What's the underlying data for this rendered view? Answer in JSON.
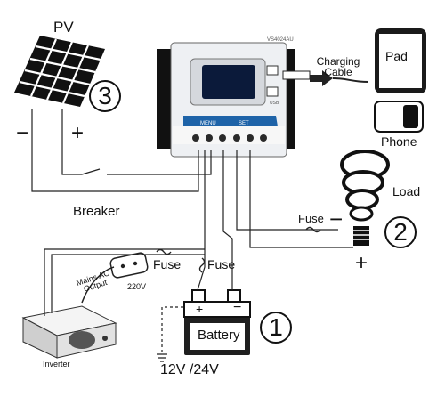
{
  "labels": {
    "pv": "PV",
    "breaker": "Breaker",
    "charging_cable": "Charging\nCable",
    "pad": "Pad",
    "phone": "Phone",
    "load": "Load",
    "fuse_load": "Fuse",
    "fuse_a": "Fuse",
    "fuse_b": "Fuse",
    "mains": "Mains AC\nOutput",
    "mains_voltage": "220V",
    "inverter": "Inverter",
    "battery": "Battery",
    "battery_voltage": "12V /24V",
    "controller_model": "VS4024AU",
    "controller_usb": "USB",
    "controller_btn_menu": "MENU",
    "controller_btn_set": "SET"
  },
  "signs": {
    "pv_minus": "−",
    "pv_plus": "+",
    "load_minus": "−",
    "load_plus": "+",
    "battery_plus": "+",
    "battery_minus": "−"
  },
  "markers": {
    "one": "1",
    "two": "2",
    "three": "3"
  },
  "colors": {
    "controller_body": "#eef0f3",
    "controller_blue": "#1e63a8",
    "screen": "#0b1a3a",
    "wire": "#222222"
  }
}
